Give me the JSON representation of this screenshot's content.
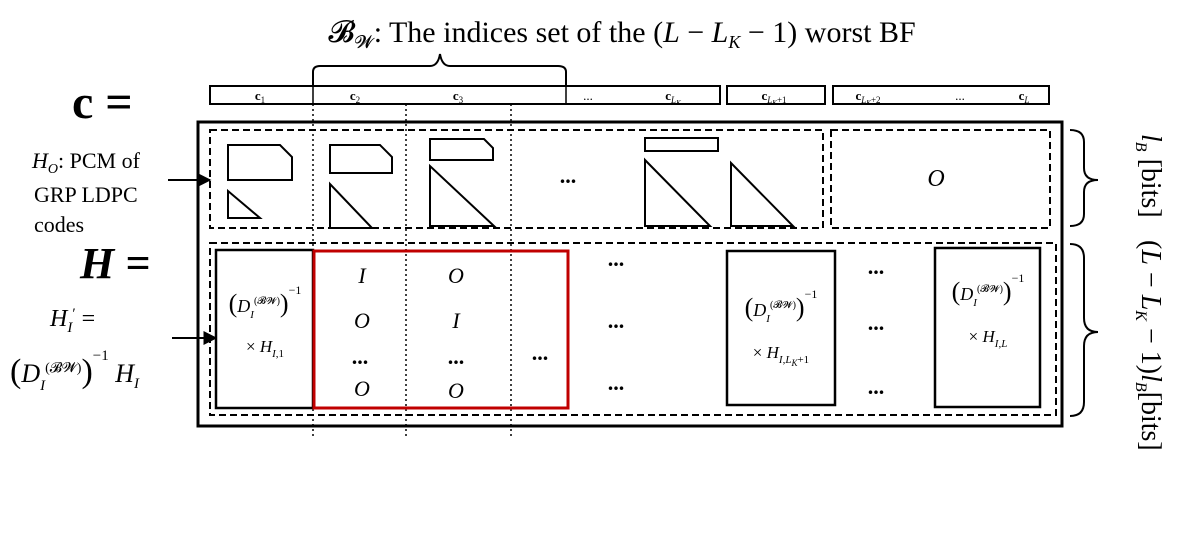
{
  "title": "𝓑𝓦: The indices set of the (L − L_K − 1) worst BF",
  "c_label": "c =",
  "h_label": "H =",
  "c_entries": [
    "c₁",
    "c₂",
    "c₃",
    "...",
    "c_{L_K}",
    "c_{L_K+1}",
    "c_{L_K+2}",
    "...",
    "c_L"
  ],
  "h_o_annotation": [
    "H_O: PCM of",
    "GRP LDPC",
    "codes"
  ],
  "h_i_annotation": [
    "H′_I =",
    "(D_I^(𝓑𝓦))^−1 H_I"
  ],
  "upper_zero": "O",
  "identity_block": [
    [
      "I",
      "O"
    ],
    [
      "O",
      "I"
    ],
    [
      "...",
      "..."
    ],
    [
      "O",
      "O"
    ]
  ],
  "lower_blocks": [
    {
      "top": "(D_I^(𝓑𝓦))^−1",
      "bottom": "× H_{I,1}"
    },
    {
      "top": "(D_I^(𝓑𝓦))^−1",
      "bottom": "× H_{I,L_K+1}"
    },
    {
      "top": "(D_I^(𝓑𝓦))^−1",
      "bottom": "× H_{I,L}"
    }
  ],
  "right_labels": {
    "upper": "l_B [bits]",
    "lower": "(L − L_K − 1)l_B[bits]"
  },
  "colors": {
    "ink": "#000000",
    "highlight": "#c00000",
    "background": "#ffffff"
  }
}
